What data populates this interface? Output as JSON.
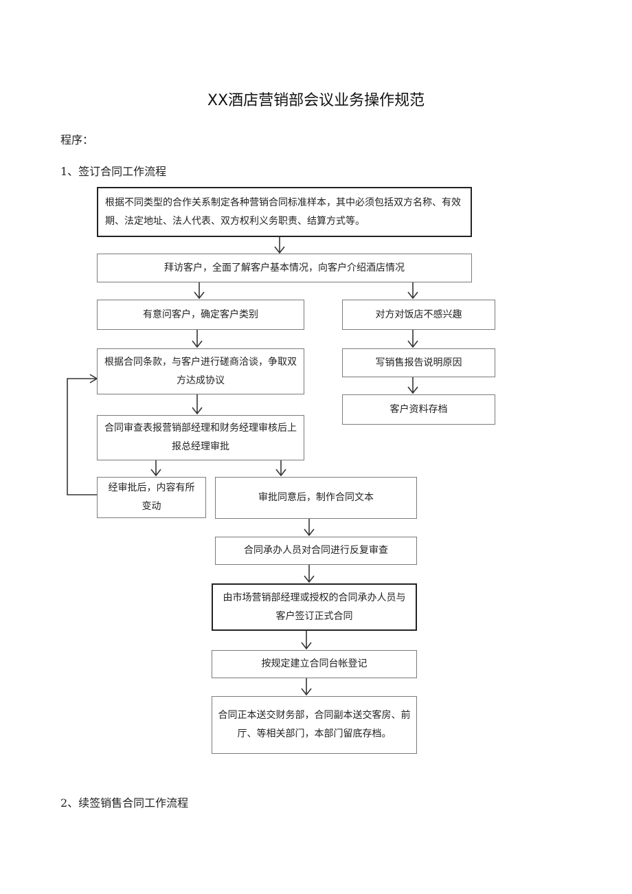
{
  "document": {
    "title": "XX酒店营销部会议业务操作规范",
    "section_label": "程序：",
    "step1_heading": "1、签订合同工作流程",
    "step2_heading": "2、续签销售合同工作流程"
  },
  "flowchart": {
    "nodes": {
      "prepare_template": "根据不同类型的合作关系制定各种营销合同标准样本，其中必须包括双方名称、有效期、法定地址、法人代表、双方权利义务职责、结算方式等。",
      "visit_client": "拜访客户，全面了解客户基本情况，向客户介绍酒店情况",
      "interested_client": "有意问客户，确定客户类别",
      "negotiate": "根据合同条款，与客户进行磋商洽谈，争取双方达成协议",
      "review_approval": "合同审查表报营销部经理和财务经理审核后上报总经理审批",
      "content_changed": "经审批后，内容有所变动",
      "approved_draft": "审批同意后，制作合同文本",
      "repeated_review": "合同承办人员对合同进行反复审查",
      "sign_contract": "由市场营销部经理或授权的合同承办人员与客户签订正式合同",
      "register_ledger": "按规定建立合同台帐登记",
      "distribute_copies": "合同正本送交财务部，合同副本送交客房、前厅、等相关部门，本部门留底存档。",
      "not_interested": "对方对饭店不感兴趣",
      "write_report": "写销售报告说明原因",
      "archive_client": "客户资料存档"
    }
  }
}
